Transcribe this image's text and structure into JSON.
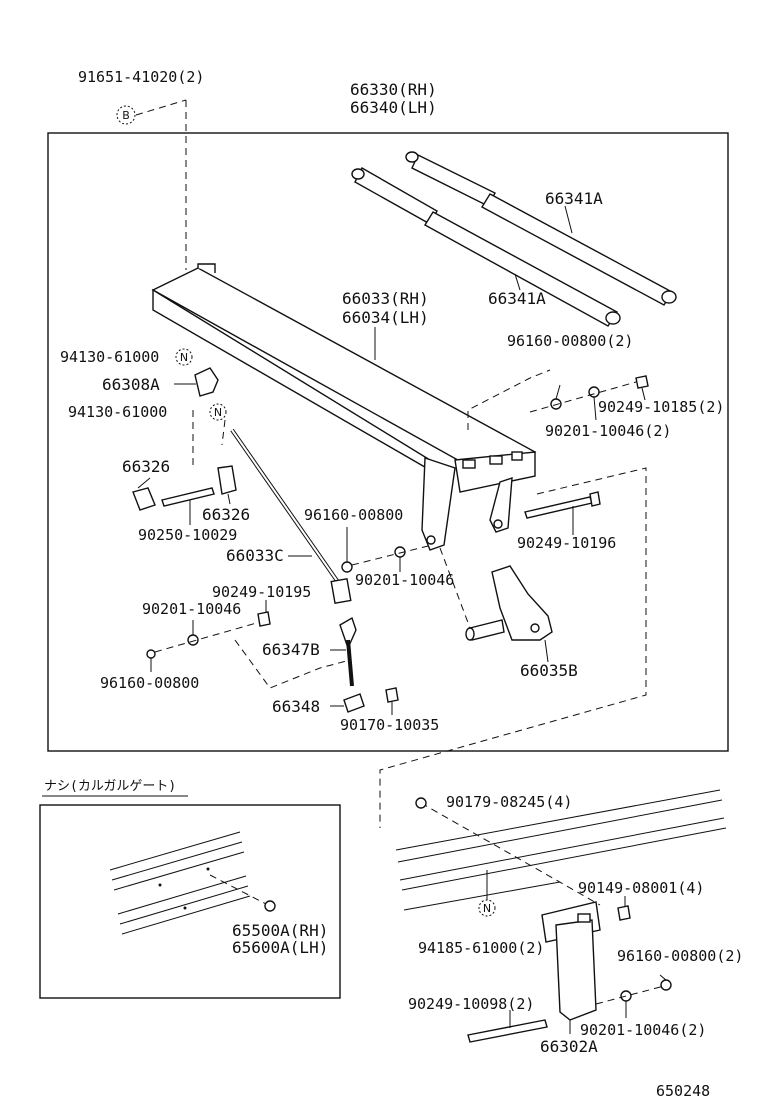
{
  "labels": {
    "top_left_bolt": "91651-41020(2)",
    "marker_b": "B",
    "marker_n": "N",
    "strut_assy_rh": "66330(RH)",
    "strut_assy_lh": "66340(LH)",
    "strut_upper": "66341A",
    "strut_lower": "66341A",
    "bar_rh": "66033(RH)",
    "bar_lh": "66034(LH)",
    "nut_n_top": "94130-61000",
    "block": "66308A",
    "nut_n_mid": "94130-61000",
    "pad_left": "66326",
    "pad_right": "66326",
    "pin": "90250-10029",
    "rod": "66033C",
    "nut_mid_right": "96160-00800(2)",
    "bolt_right": "90249-10185(2)",
    "washer_right": "90201-10046(2)",
    "nut_center": "96160-00800",
    "washer_center": "90201-10046",
    "bolt_long": "90249-10196",
    "bolt_left": "90249-10195",
    "washer_left": "90201-10046",
    "spring": "66347B",
    "nut_left": "96160-00800",
    "bracket": "66035B",
    "clip": "66348",
    "nut_small": "90170-10035",
    "inset_title": "ナシ(カルガルゲート)",
    "inset_rh": "65500A(RH)",
    "inset_lh": "65600A(LH)",
    "screw_top": "90179-08245(4)",
    "screw_clip": "90149-08001(4)",
    "nut_bottom": "96160-00800(2)",
    "nut_n_bottom": "94185-61000(2)",
    "bolt_bottom": "90249-10098(2)",
    "washer_bottom": "90201-10046(2)",
    "hinge": "66302A",
    "figure_number": "650248"
  }
}
